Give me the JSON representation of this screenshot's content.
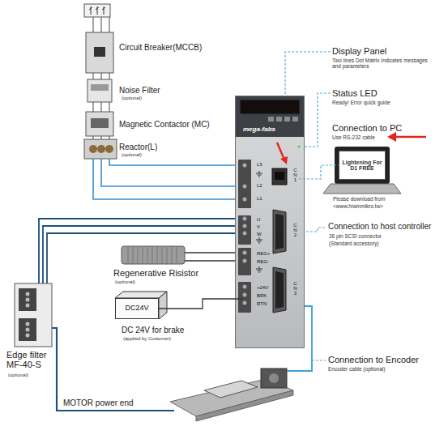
{
  "diagram": {
    "nodes": [
      {
        "text": [
          "mega-fabs"
        ]
      },
      {
        "text": [
          "L3",
          "L2",
          "L1"
        ],
        "in": 0
      },
      {
        "text": [
          "CN1"
        ],
        "in": 0
      },
      {
        "text": [
          "U",
          "V",
          "W"
        ],
        "in": 0
      },
      {
        "text": [
          "CN2"
        ],
        "in": 0
      },
      {
        "text": [
          "REG+",
          "REG-"
        ],
        "in": 0
      },
      {
        "text": [
          "+24V",
          "BRK",
          "RTN"
        ],
        "in": 0
      },
      {
        "text": [
          "CN3"
        ],
        "in": 0
      },
      {
        "text": [
          "Lightening For D1 FREE"
        ]
      },
      {
        "text": [
          "DC24V"
        ]
      }
    ],
    "edges": [
      {
        "from": 2,
        "to": 8,
        "arrow": "none"
      },
      {
        "from": 6,
        "to": 9,
        "arrow": "none"
      }
    ],
    "labels": [
      "Circuit Breaker(MCCB)",
      "Noise Filter",
      "(optional)",
      "Magnetic Contactor (MC)",
      "Reactor(L)",
      "(optional)",
      "Display Panel",
      "Two lines Dot Matrix Indicates messages and parameters",
      "Status LED",
      "Ready/ Error quick guide",
      "Connection to PC",
      "Use RS-232 cable",
      "Please download from",
      "<www.hiwinmikro.tw>",
      "Connection to host controller",
      "26 pin SCSI connector",
      "(Standard accessory)",
      "Regenerative Risistor",
      "(optional)",
      "DC 24V for brake",
      "(applied by Customer)",
      "Edge filter MF-40-S",
      "(optional)",
      "MOTOR power end",
      "Connection to Encoder",
      "Encoder cable (optional)"
    ]
  }
}
